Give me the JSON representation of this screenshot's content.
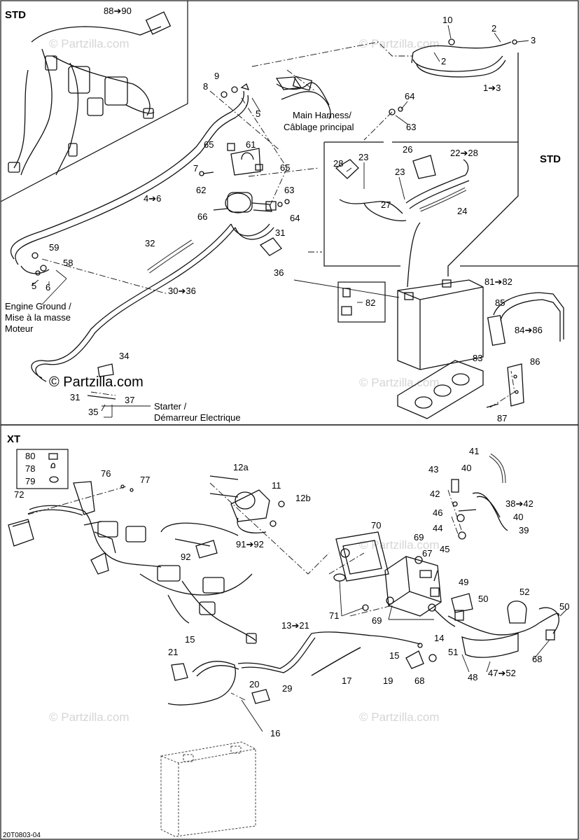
{
  "sections": {
    "std_inset": "STD",
    "std_battery": "STD",
    "xt": "XT"
  },
  "labels": {
    "l_88_90": "88➔90",
    "l_10": "10",
    "l_2a": "2",
    "l_3": "3",
    "l_2b": "2",
    "l_1_3": "1➔3",
    "l_9": "9",
    "l_8": "8",
    "l_5a": "5",
    "main_harness_1": "Main Harness/",
    "main_harness_2": "Câblage principal",
    "l_64a": "64",
    "l_63a": "63",
    "l_65a": "65",
    "l_61": "61",
    "l_7": "7",
    "l_65b": "65",
    "l_62": "62",
    "l_63b": "63",
    "l_66": "66",
    "l_64b": "64",
    "l_31a": "31",
    "l_4_6": "4➔6",
    "l_28": "28",
    "l_23a": "23",
    "l_26": "26",
    "l_22_28": "22➔28",
    "l_23b": "23",
    "l_27": "27",
    "l_24": "24",
    "l_32": "32",
    "l_36": "36",
    "l_59": "59",
    "l_58": "58",
    "l_5b": "5",
    "l_6": "6",
    "engine_ground_1": "Engine Ground /",
    "engine_ground_2": "Mise à la masse",
    "engine_ground_3": "Moteur",
    "l_30_36": "30➔36",
    "l_81_82": "81➔82",
    "l_82": "82",
    "l_85": "85",
    "l_84_86": "84➔86",
    "l_34": "34",
    "l_83": "83",
    "l_86": "86",
    "l_31b": "31",
    "l_37": "37",
    "l_35": "35",
    "starter_1": "Starter /",
    "starter_2": "Démarreur Electrique",
    "l_87": "87",
    "l_80": "80",
    "l_78": "78",
    "l_79": "79",
    "l_76": "76",
    "l_77": "77",
    "l_72": "72",
    "l_12a": "12a",
    "l_11": "11",
    "l_12b": "12b",
    "l_41": "41",
    "l_43": "43",
    "l_40a": "40",
    "l_42": "42",
    "l_38_42": "38➔42",
    "l_46": "46",
    "l_40b": "40",
    "l_44": "44",
    "l_39": "39",
    "l_45": "45",
    "l_70": "70",
    "l_91_92": "91➔92",
    "l_92": "92",
    "l_69a": "69",
    "l_67": "67",
    "l_49": "49",
    "l_50a": "50",
    "l_52": "52",
    "l_50b": "50",
    "l_71": "71",
    "l_69b": "69",
    "l_13_21": "13➔21",
    "l_15a": "15",
    "l_14": "14",
    "l_51": "51",
    "l_21": "21",
    "l_15b": "15",
    "l_68a": "68",
    "l_19": "19",
    "l_68b": "68",
    "l_17": "17",
    "l_48": "48",
    "l_47_52": "47➔52",
    "l_20": "20",
    "l_29": "29",
    "l_16": "16"
  },
  "watermarks": {
    "w1": "© Partzilla.com",
    "w2": "© Partzilla.com",
    "w3": "© Partzilla.com",
    "w4": "© Partzilla.com",
    "w5": "© Partzilla.com",
    "w6": "© Partzilla.com",
    "w7": "© Partzilla.com"
  },
  "diagram_code": "20T0803-04"
}
